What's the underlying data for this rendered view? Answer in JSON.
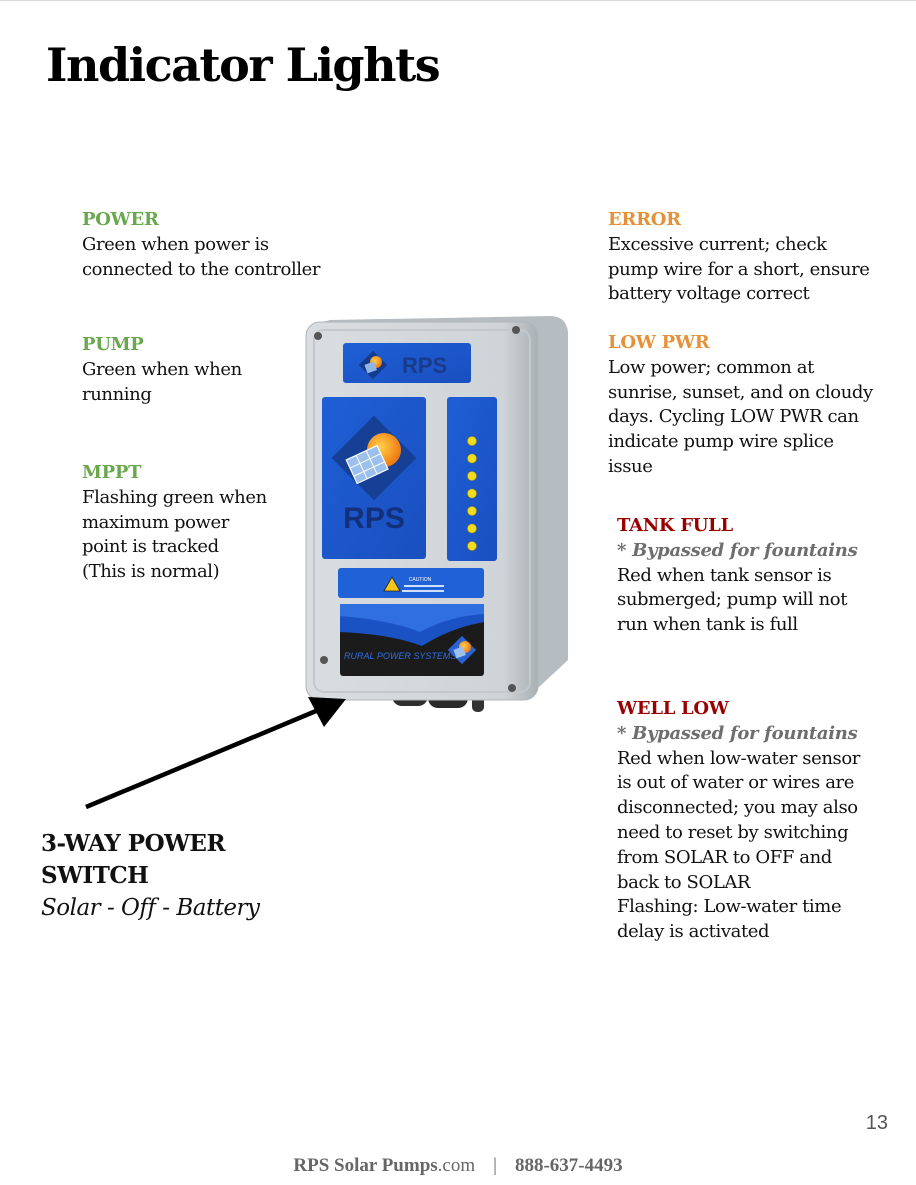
{
  "page": {
    "title": "Indicator Lights",
    "page_number": "13"
  },
  "indicators": {
    "power": {
      "label": "POWER",
      "description": "Green when power is\nconnected to the controller",
      "color": "#6aa84f"
    },
    "pump": {
      "label": "PUMP",
      "description": "Green when when\nrunning",
      "color": "#6aa84f"
    },
    "mppt": {
      "label": "MPPT",
      "description": "Flashing green when\nmaximum power\npoint is tracked\n(This is normal)",
      "color": "#6aa84f"
    },
    "error": {
      "label": "ERROR",
      "description": "Excessive current; check\npump wire for a short, ensure\nbattery voltage correct",
      "color": "#e69138"
    },
    "low_pwr": {
      "label": "LOW PWR",
      "description": "Low power; common at\nsunrise, sunset, and on cloudy\ndays. Cycling LOW PWR can\nindicate pump wire splice\nissue",
      "color": "#e69138"
    },
    "tank_full": {
      "label": "TANK FULL",
      "note": "* Bypassed for fountains",
      "description": "Red when tank sensor is\nsubmerged; pump will not\nrun when tank is full",
      "color": "#990000"
    },
    "well_low": {
      "label": "WELL LOW",
      "note": "* Bypassed for fountains",
      "description": "Red when low-water sensor\nis out of water or wires are\ndisconnected; you may also\nneed to reset by switching\nfrom SOLAR to OFF and\nback to SOLAR\nFlashing: Low-water time\ndelay is activated",
      "color": "#990000"
    }
  },
  "switch": {
    "label": "3-WAY POWER\nSWITCH",
    "positions": "Solar - Off - Battery"
  },
  "device": {
    "brand_top": "RPS",
    "brand_main": "RPS",
    "caution_title": "CAUTION",
    "strip_text": "RURAL POWER SYSTEMS",
    "led_count": 7
  },
  "footer": {
    "site_bold": "RPS Solar Pumps",
    "site_suffix": ".com",
    "separator": "|",
    "phone": "888-637-4493"
  }
}
